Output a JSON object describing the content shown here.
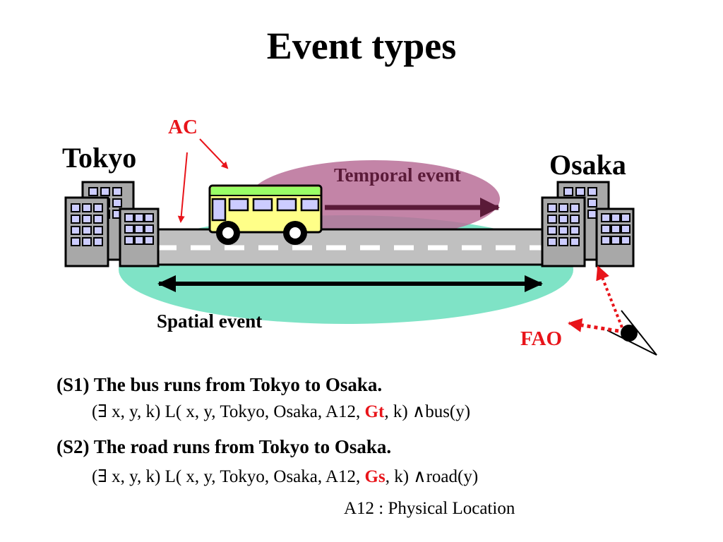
{
  "title": "Event types",
  "diagram": {
    "city_left": "Tokyo",
    "city_right": "Osaka",
    "label_ac": "AC",
    "label_temporal": "Temporal event",
    "label_spatial": "Spatial event",
    "label_fao": "FAO",
    "colors": {
      "temporal_fill": "#b86e98",
      "spatial_fill": "#7fe3c6",
      "bus_body": "#ffff88",
      "bus_top": "#99ff66",
      "window": "#ccccff",
      "building": "#a8a8a8",
      "road": "#c0c0c0",
      "arrow_red": "#e8141a",
      "arrow_temporal": "#5a1a38"
    }
  },
  "statements": [
    {
      "head": "(S1) The bus runs from Tokyo to Osaka.",
      "formula_pre": "(∃ x, y, k) L( x, y, Tokyo, Osaka, A12, ",
      "formula_key": "Gt",
      "formula_post": ", k) ∧bus(y)"
    },
    {
      "head": "(S2) The road runs from Tokyo to Osaka.",
      "formula_pre": "(∃ x, y, k) L( x, y, Tokyo, Osaka, A12, ",
      "formula_key": "Gs",
      "formula_post": ", k) ∧road(y)"
    }
  ],
  "footnote": "A12 : Physical Location"
}
